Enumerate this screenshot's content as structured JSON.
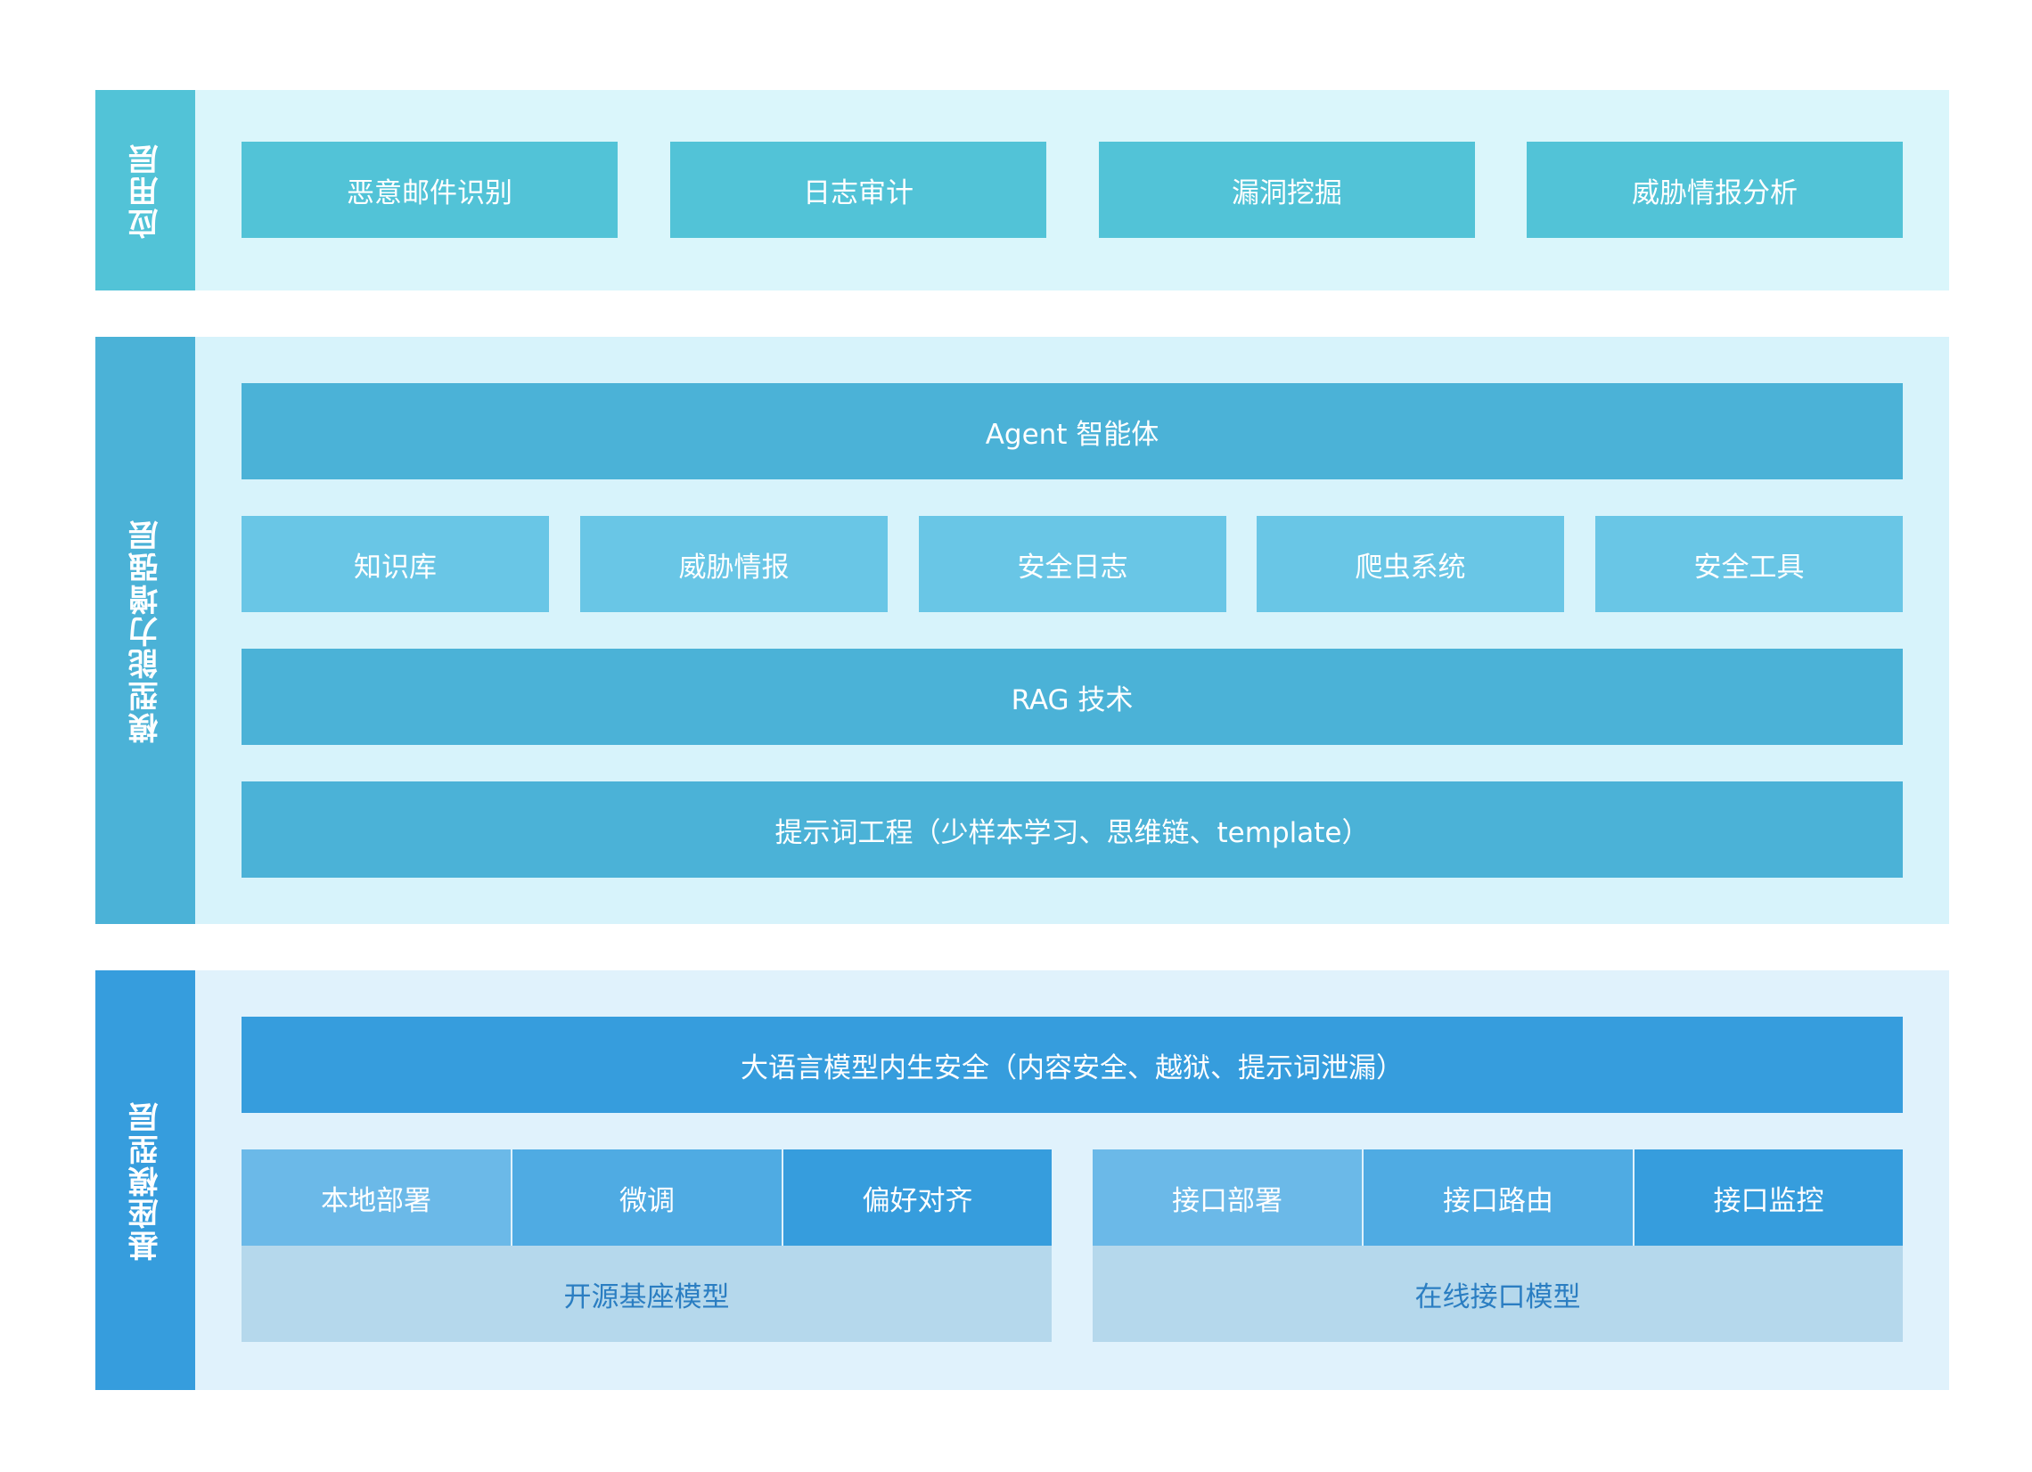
{
  "layers": {
    "application": {
      "title": "应用层",
      "items": [
        "恶意邮件识别",
        "日志审计",
        "漏洞挖掘",
        "威胁情报分析"
      ]
    },
    "enhancement": {
      "title": "模型能力增强层",
      "agent": "Agent 智能体",
      "sources": [
        "知识库",
        "威胁情报",
        "安全日志",
        "爬虫系统",
        "安全工具"
      ],
      "rag": "RAG 技术",
      "prompt": "提示词工程（少样本学习、思维链、template）"
    },
    "base": {
      "title": "基座模型层",
      "security": "大语言模型内生安全（内容安全、越狱、提示词泄漏）",
      "open_source": {
        "items": [
          "本地部署",
          "微调",
          "偏好对齐"
        ],
        "label": "开源基座模型"
      },
      "online": {
        "items": [
          "接口部署",
          "接口路由",
          "接口监控"
        ],
        "label": "在线接口模型"
      }
    }
  },
  "colors": {
    "application": "#52c3d7",
    "enhancement": "#4bb2d7",
    "base": "#369ddd"
  }
}
